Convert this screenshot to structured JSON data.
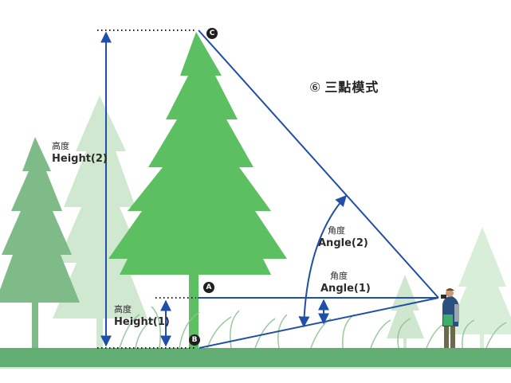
{
  "title": {
    "number": "⑥",
    "text": "三點模式"
  },
  "labels": {
    "height2": {
      "cjk": "高度",
      "en": "Height(2)"
    },
    "height1": {
      "cjk": "高度",
      "en": "Height(1)"
    },
    "angle2": {
      "cjk": "角度",
      "en": "Angle(2)"
    },
    "angle1": {
      "cjk": "角度",
      "en": "Angle(1)"
    }
  },
  "points": {
    "A": "A",
    "B": "B",
    "C": "C"
  },
  "colors": {
    "line_blue": "#1f4fa8",
    "tree_main": "#5cbf62",
    "tree_mid": "#7bbd84",
    "tree_light": "#cfe8cf",
    "ground": "#62ad72",
    "grass": "#8cc493",
    "marker": "#1f1f1f"
  }
}
